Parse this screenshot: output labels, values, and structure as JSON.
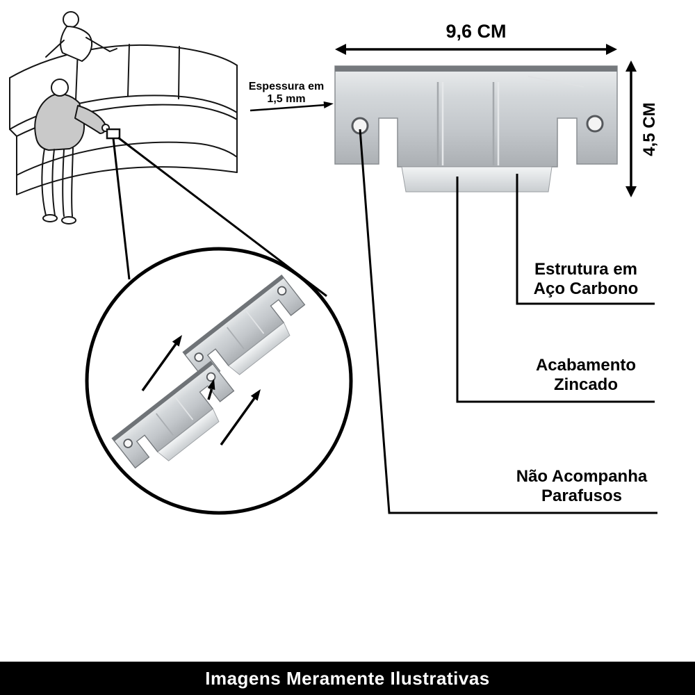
{
  "product_diagram": {
    "dimensions": {
      "width_label": "9,6 CM",
      "height_label": "4,5 CM",
      "thickness_label": "Espessura em\n1,5 mm"
    },
    "callouts": [
      {
        "label": "Estrutura em\nAço Carbono"
      },
      {
        "label": "Acabamento\nZincado"
      },
      {
        "label": "Não Acompanha\nParafusos"
      }
    ],
    "illustrations": {
      "scene": "sofa-assembly-scene",
      "zoom": "bracket-interlock-zoom"
    }
  },
  "footer": {
    "text": "Imagens Meramente Ilustrativas",
    "background": "#000000",
    "text_color": "#ffffff"
  },
  "colors": {
    "line": "#000000",
    "metal_light": "#e9ebed",
    "metal_mid": "#c6cacd",
    "metal_dark": "#8e9296"
  }
}
